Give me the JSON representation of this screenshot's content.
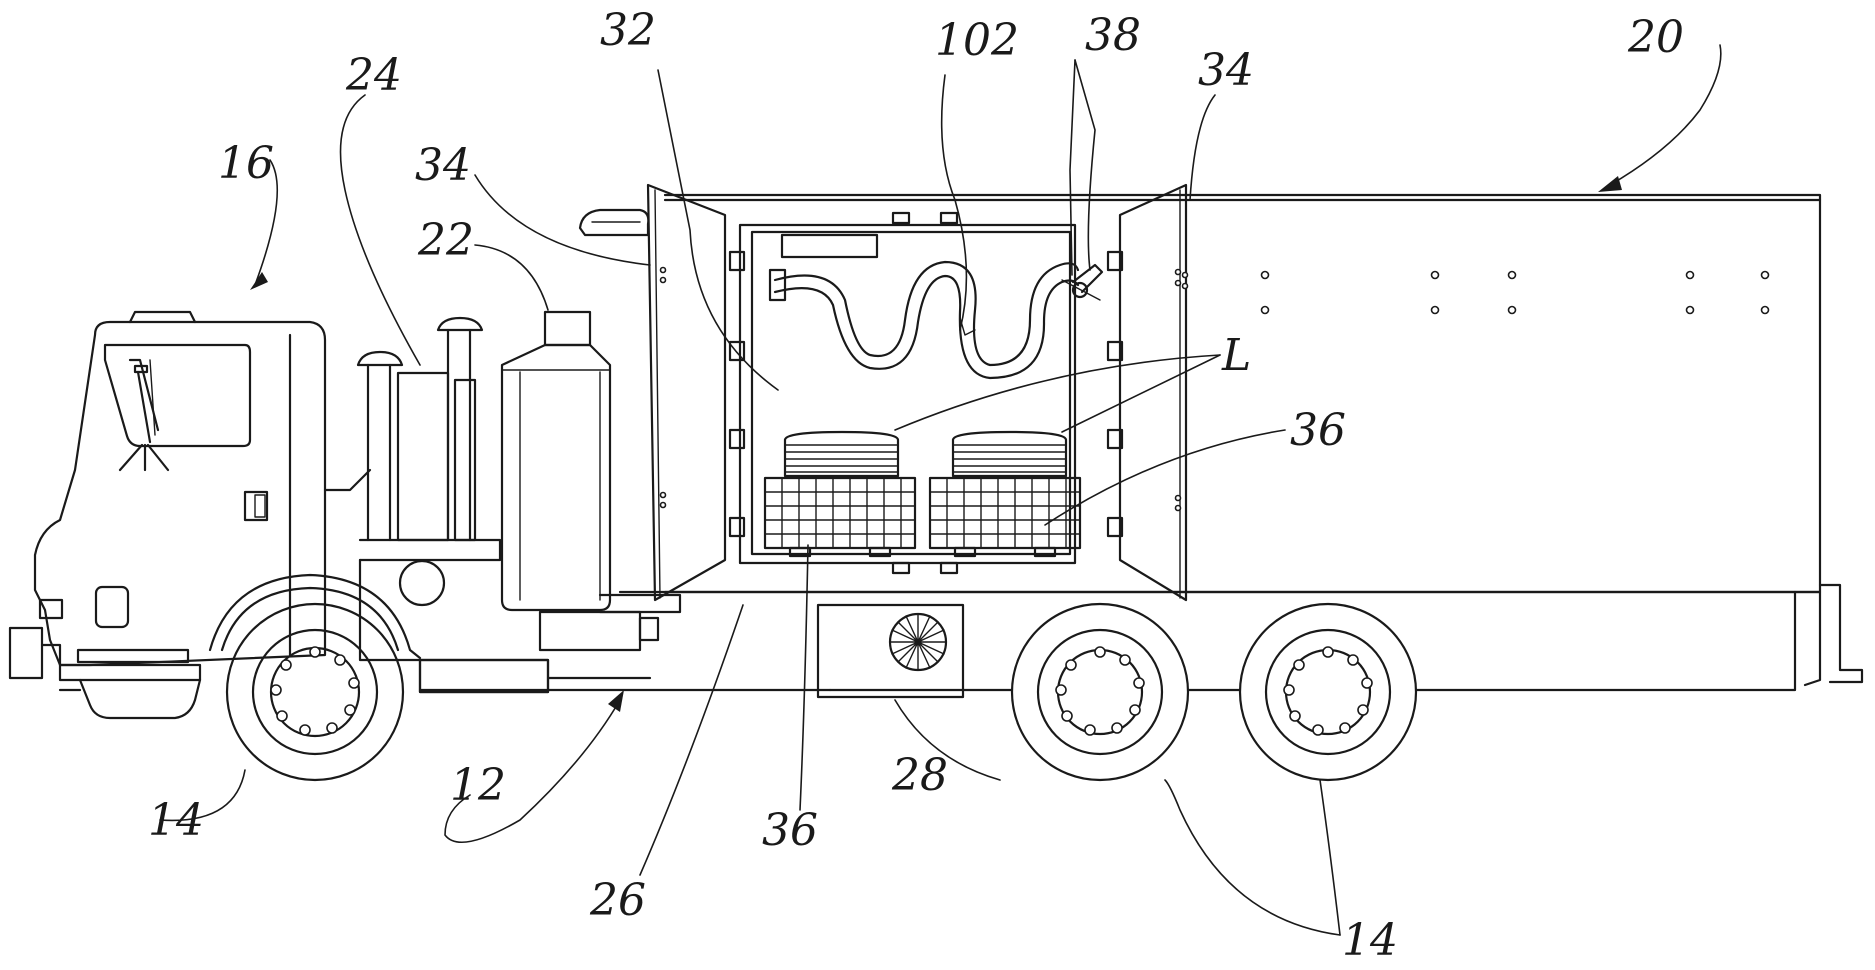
{
  "figure": {
    "labels": {
      "l16": "16",
      "l24": "24",
      "l22": "22",
      "l34a": "34",
      "l32": "32",
      "l102": "102",
      "l38": "38",
      "l34b": "34",
      "l20": "20",
      "lL": "L",
      "l36a": "36",
      "l36b": "36",
      "l12": "12",
      "l26": "26",
      "l28": "28",
      "l14a": "14",
      "l14b": "14"
    }
  }
}
